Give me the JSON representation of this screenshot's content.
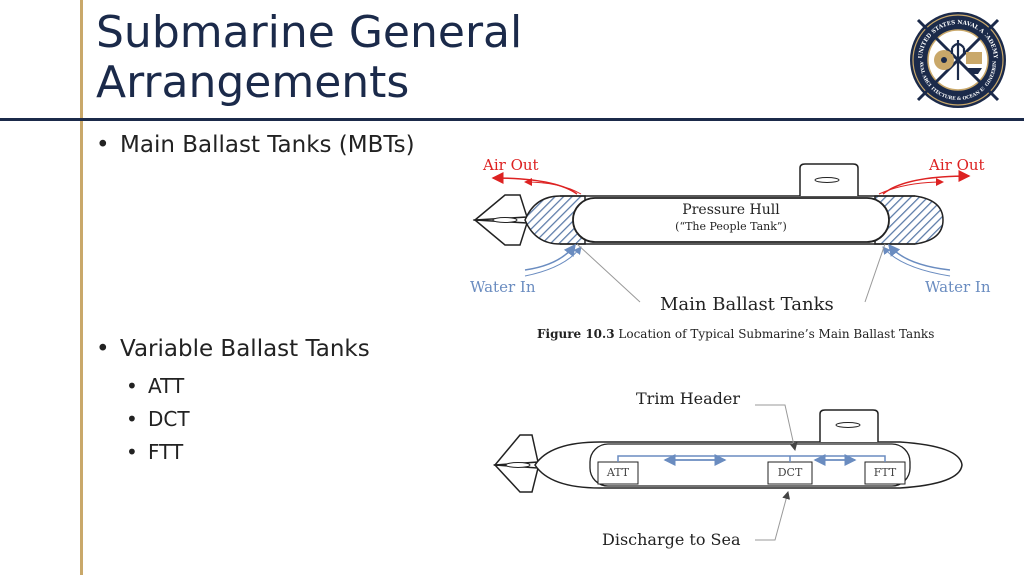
{
  "slide": {
    "title_line1": "Submarine General",
    "title_line2": "Arrangements"
  },
  "seal": {
    "text_top": "UNITED STATES NAVAL ACADEMY",
    "text_bottom": "NAVAL ARCHITECTURE & OCEAN ENGINEERING",
    "colors": {
      "navy": "#1b2a4a",
      "gold": "#c9a86a"
    }
  },
  "bullets": {
    "item1": "Main Ballast Tanks (MBTs)",
    "item2": "Variable Ballast Tanks",
    "sub_items": [
      "ATT",
      "DCT",
      "FTT"
    ]
  },
  "figure1": {
    "air_out_left": "Air Out",
    "air_out_right": "Air Out",
    "pressure_hull": "Pressure Hull",
    "people_tank": "(“The People Tank”)",
    "water_in_left": "Water In",
    "water_in_right": "Water In",
    "mbt_label": "Main Ballast Tanks",
    "caption_bold": "Figure 10.3",
    "caption_text": "Location of Typical Submarine’s Main Ballast Tanks"
  },
  "figure2": {
    "trim_header": "Trim Header",
    "att": "ATT",
    "dct": "DCT",
    "ftt": "FTT",
    "discharge": "Discharge to Sea"
  }
}
